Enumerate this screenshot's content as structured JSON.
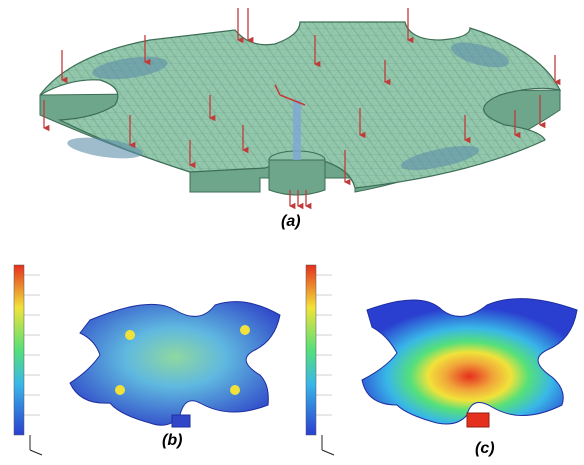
{
  "figure": {
    "panels": [
      {
        "id": "a",
        "caption": "(a)"
      },
      {
        "id": "b",
        "caption": "(b)"
      },
      {
        "id": "c",
        "caption": "(c)"
      }
    ],
    "colors": {
      "plate_top": "#93c8ad",
      "plate_side": "#6da68a",
      "mesh_line": "#7fb79b",
      "load_arrow": "#c23b3b",
      "contour_blue": "#2a3fd0",
      "contour_cyan": "#39b7e8",
      "contour_green": "#55e07a",
      "contour_yellow": "#f1e23a",
      "contour_red": "#e5301e"
    }
  }
}
